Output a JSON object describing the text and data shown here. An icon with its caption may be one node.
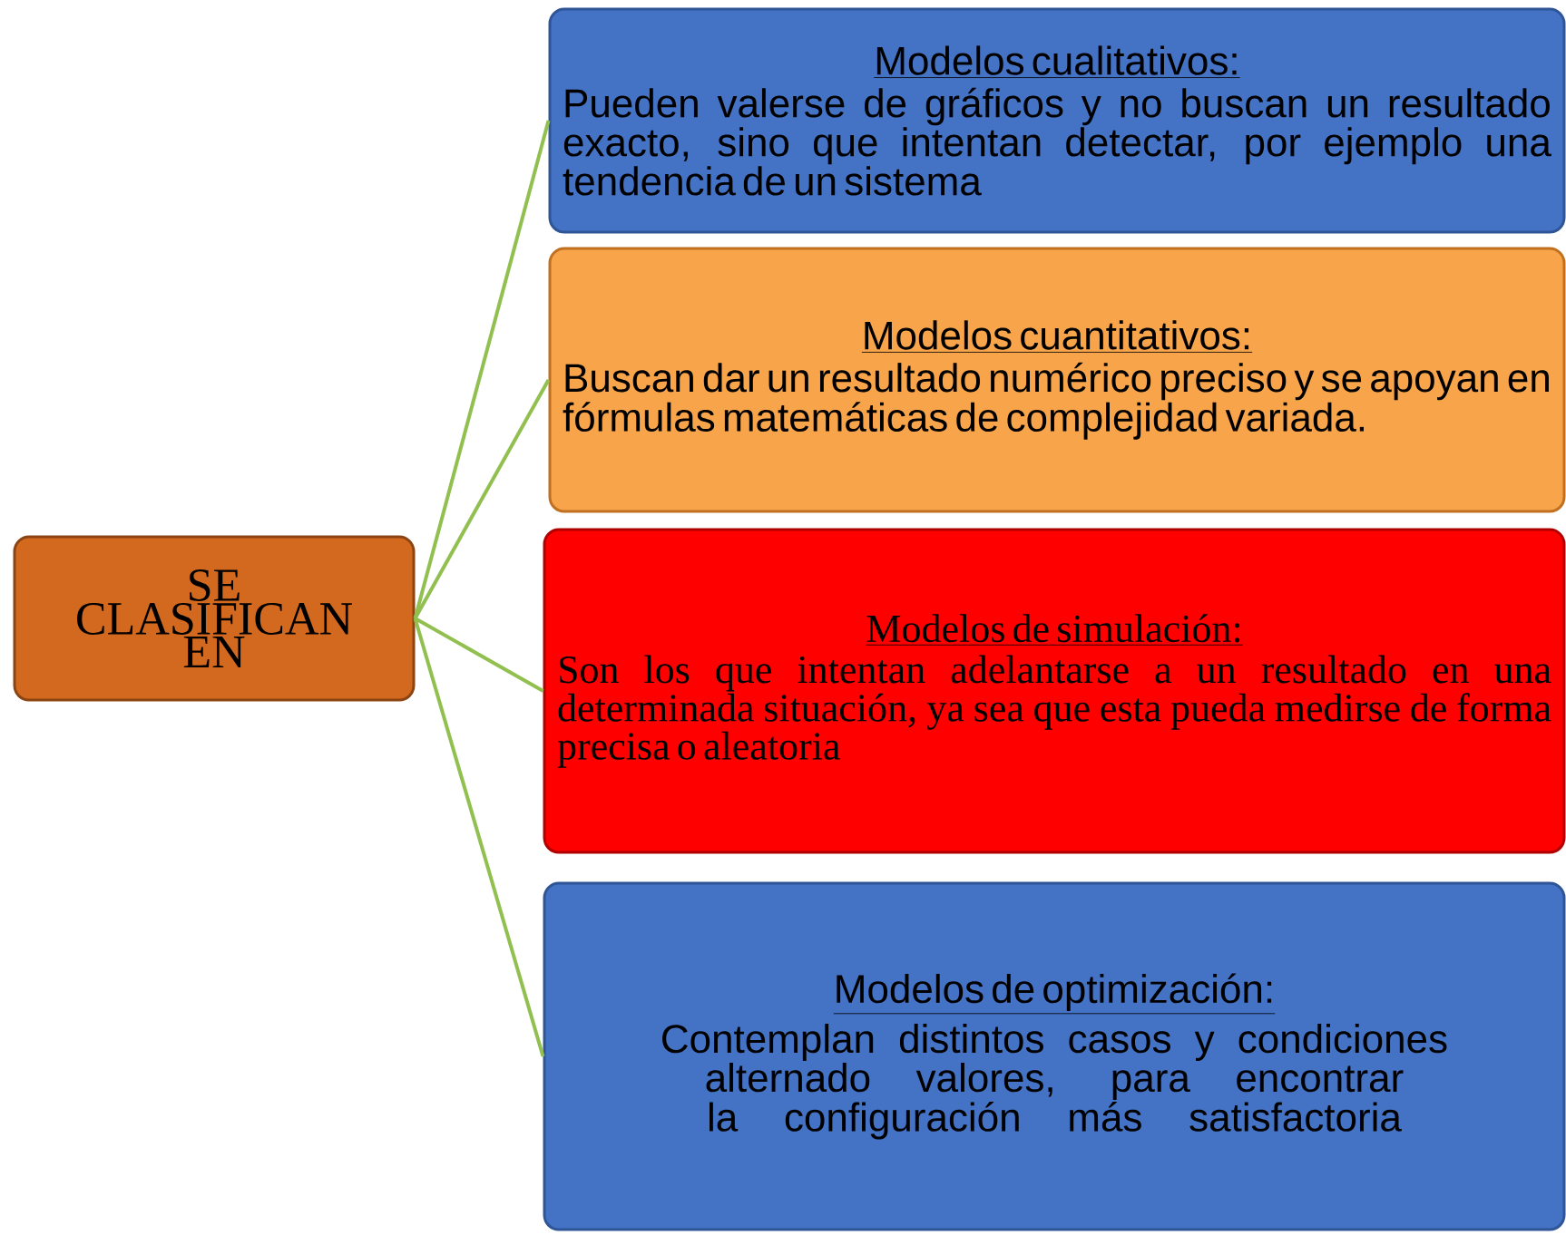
{
  "diagram": {
    "nodes": [
      {
        "text": [
          "SE CLASIFICAN EN"
        ]
      },
      {
        "text": [
          "Modelos cualitativos:",
          "Pueden valerse de gráficos y no buscan un resultado exacto, sino que intentan detectar, por ejemplo una tendencia de un sistema"
        ]
      },
      {
        "text": [
          "Modelos cuantitativos:",
          "Buscan dar un resultado numérico preciso y se apoyan en fórmulas matemáticas de complejidad variada."
        ]
      },
      {
        "text": [
          "Modelos de simulación:",
          "Son los que intentan adelantarse a un resultado en una determinada situación, ya sea que esta pueda medirse de forma precisa o aleatoria"
        ]
      },
      {
        "text": [
          "Modelos de optimización:",
          "Contemplan distintos casos y condiciones alternado valores, para encontrar la configuración más satisfactoria"
        ]
      }
    ],
    "edges": [
      {
        "from": 0,
        "to": 1,
        "arrow": "none"
      },
      {
        "from": 0,
        "to": 2,
        "arrow": "none"
      },
      {
        "from": 0,
        "to": 3,
        "arrow": "none"
      },
      {
        "from": 0,
        "to": 4,
        "arrow": "none"
      }
    ]
  }
}
